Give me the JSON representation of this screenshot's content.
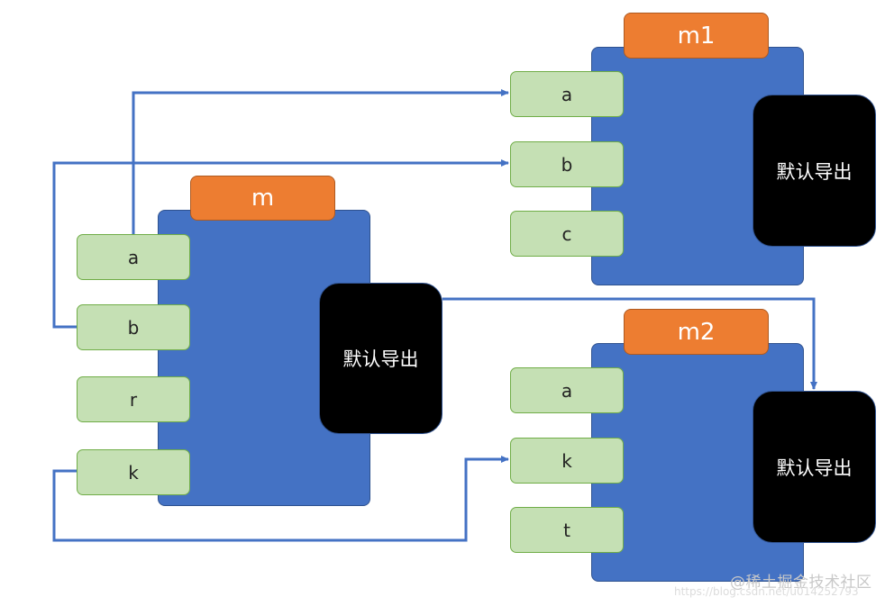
{
  "colors": {
    "module_body": "#4472c4",
    "module_title": "#ed7d31",
    "port": "#c5e0b4",
    "default_export": "#000000",
    "arrow": "#4472c4"
  },
  "modules": {
    "m": {
      "title": "m",
      "ports": [
        "a",
        "b",
        "r",
        "k"
      ],
      "default_export": "默认导出"
    },
    "m1": {
      "title": "m1",
      "ports": [
        "a",
        "b",
        "c"
      ],
      "default_export": "默认导出"
    },
    "m2": {
      "title": "m2",
      "ports": [
        "a",
        "k",
        "t"
      ],
      "default_export": "默认导出"
    }
  },
  "connections": [
    {
      "from": "m.a",
      "to": "m1.a"
    },
    {
      "from": "m.b",
      "to": "m1.b"
    },
    {
      "from": "m.default_export",
      "to": "m2.default_export"
    },
    {
      "from": "m.k",
      "to": "m2.k"
    }
  ],
  "watermark": {
    "logo": "@稀土掘金技术社区",
    "url": "https://blog.csdn.net/u014252793"
  }
}
